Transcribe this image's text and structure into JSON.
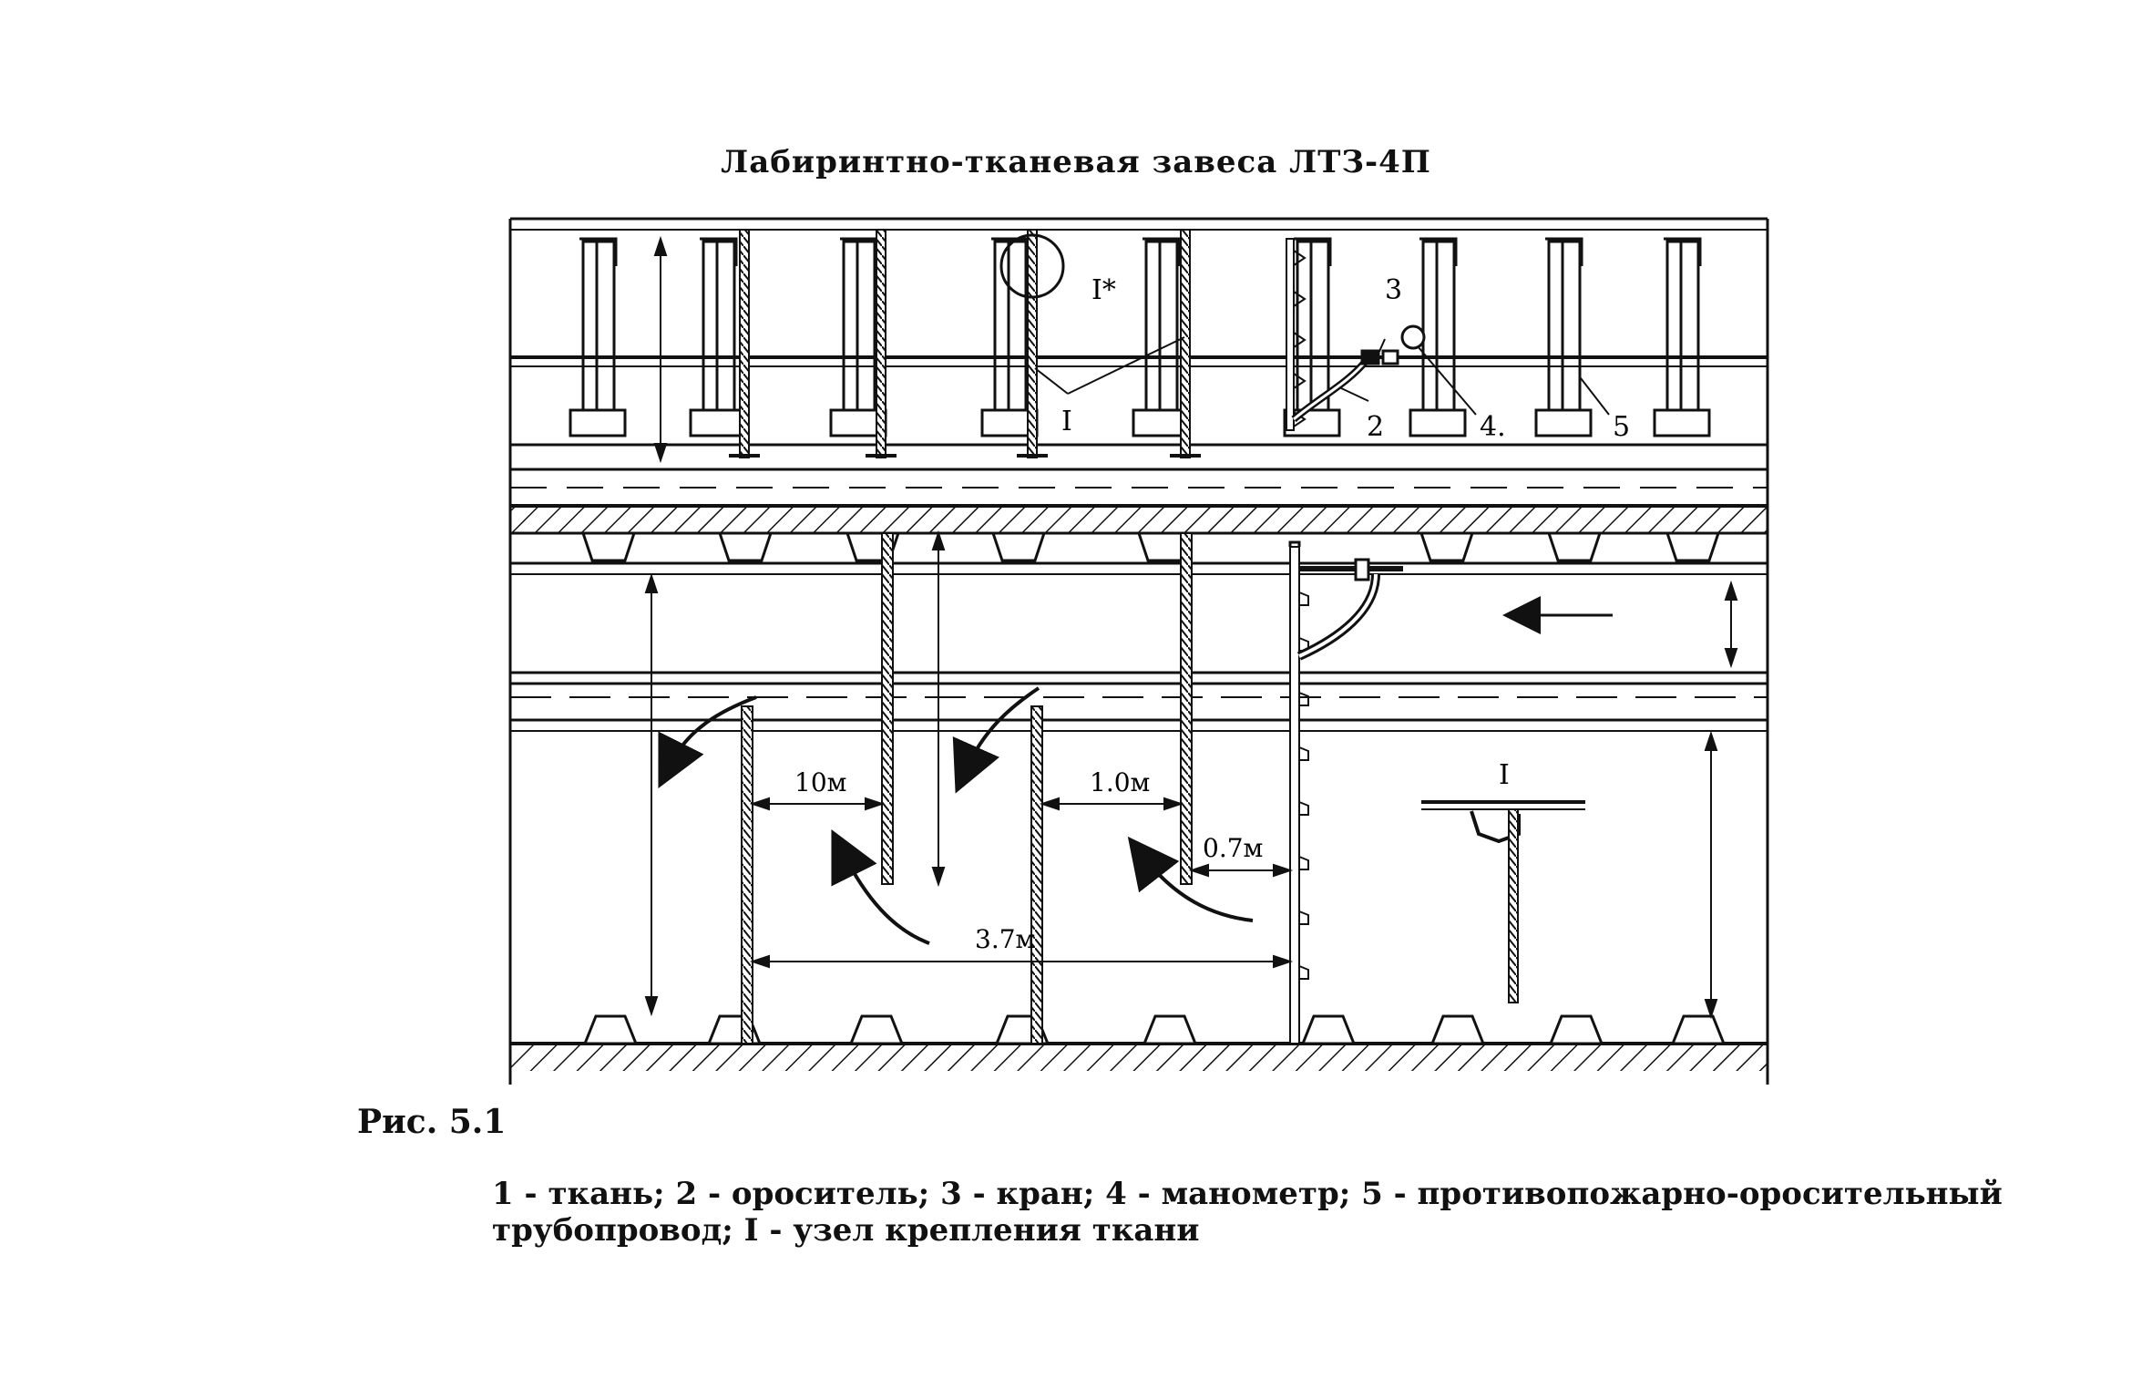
{
  "title": "Лабиринтно-тканевая завеса ЛТЗ-4П",
  "figure_label": "Рис. 5.1",
  "legend_line1": "1 - ткань; 2 - ороситель; 3 - кран; 4 - манометр; 5 - противопожарно-оросительный",
  "legend_line2": "трубопровод; I - узел крепления ткани",
  "callouts": {
    "n1": "I",
    "n2": "2",
    "n3": "3",
    "n4": "4.",
    "n5": "5",
    "node_ref": "I*",
    "detail_label": "I"
  },
  "dimensions": {
    "d1": "10м",
    "d2": "1.0м",
    "d3": "0.7м",
    "d4": "3.7м"
  }
}
